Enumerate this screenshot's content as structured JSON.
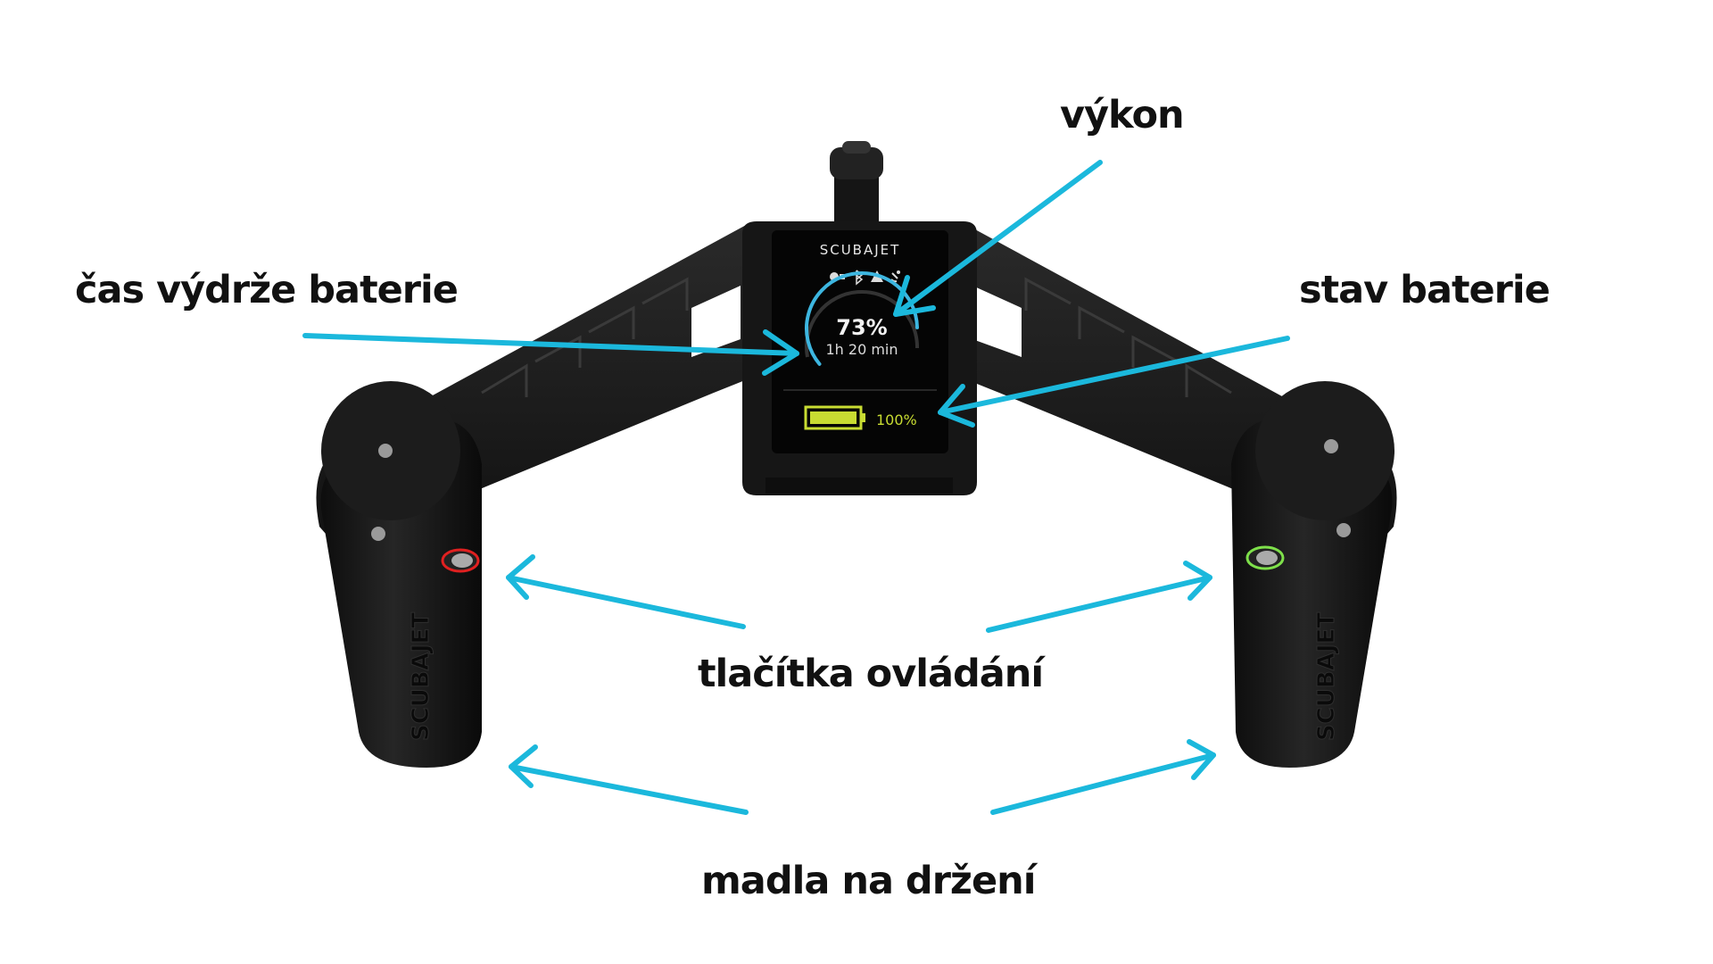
{
  "labels": {
    "power": "výkon",
    "runtime": "čas výdrže baterie",
    "battery_status": "stav baterie",
    "control_buttons": "tlačítka ovládání",
    "handles": "madla na držení"
  },
  "display": {
    "brand": "SCUBAJET",
    "power_percent": "73%",
    "power_value": 0.73,
    "runtime": "1h 20 min",
    "battery_percent": "100%",
    "battery_level": 1.0
  },
  "grip_text": "SCUBAJET",
  "icons": [
    "light-icon",
    "bluetooth-icon",
    "warning-icon",
    "satellite-icon"
  ],
  "colors": {
    "arrow": "#1bb8dc",
    "body": "#1a1a1a",
    "screen": "#050505",
    "gauge": "#3db6e0",
    "battery": "#c8dc32",
    "button_left_ring": "#e02020",
    "button_right_ring": "#7ee04a"
  }
}
